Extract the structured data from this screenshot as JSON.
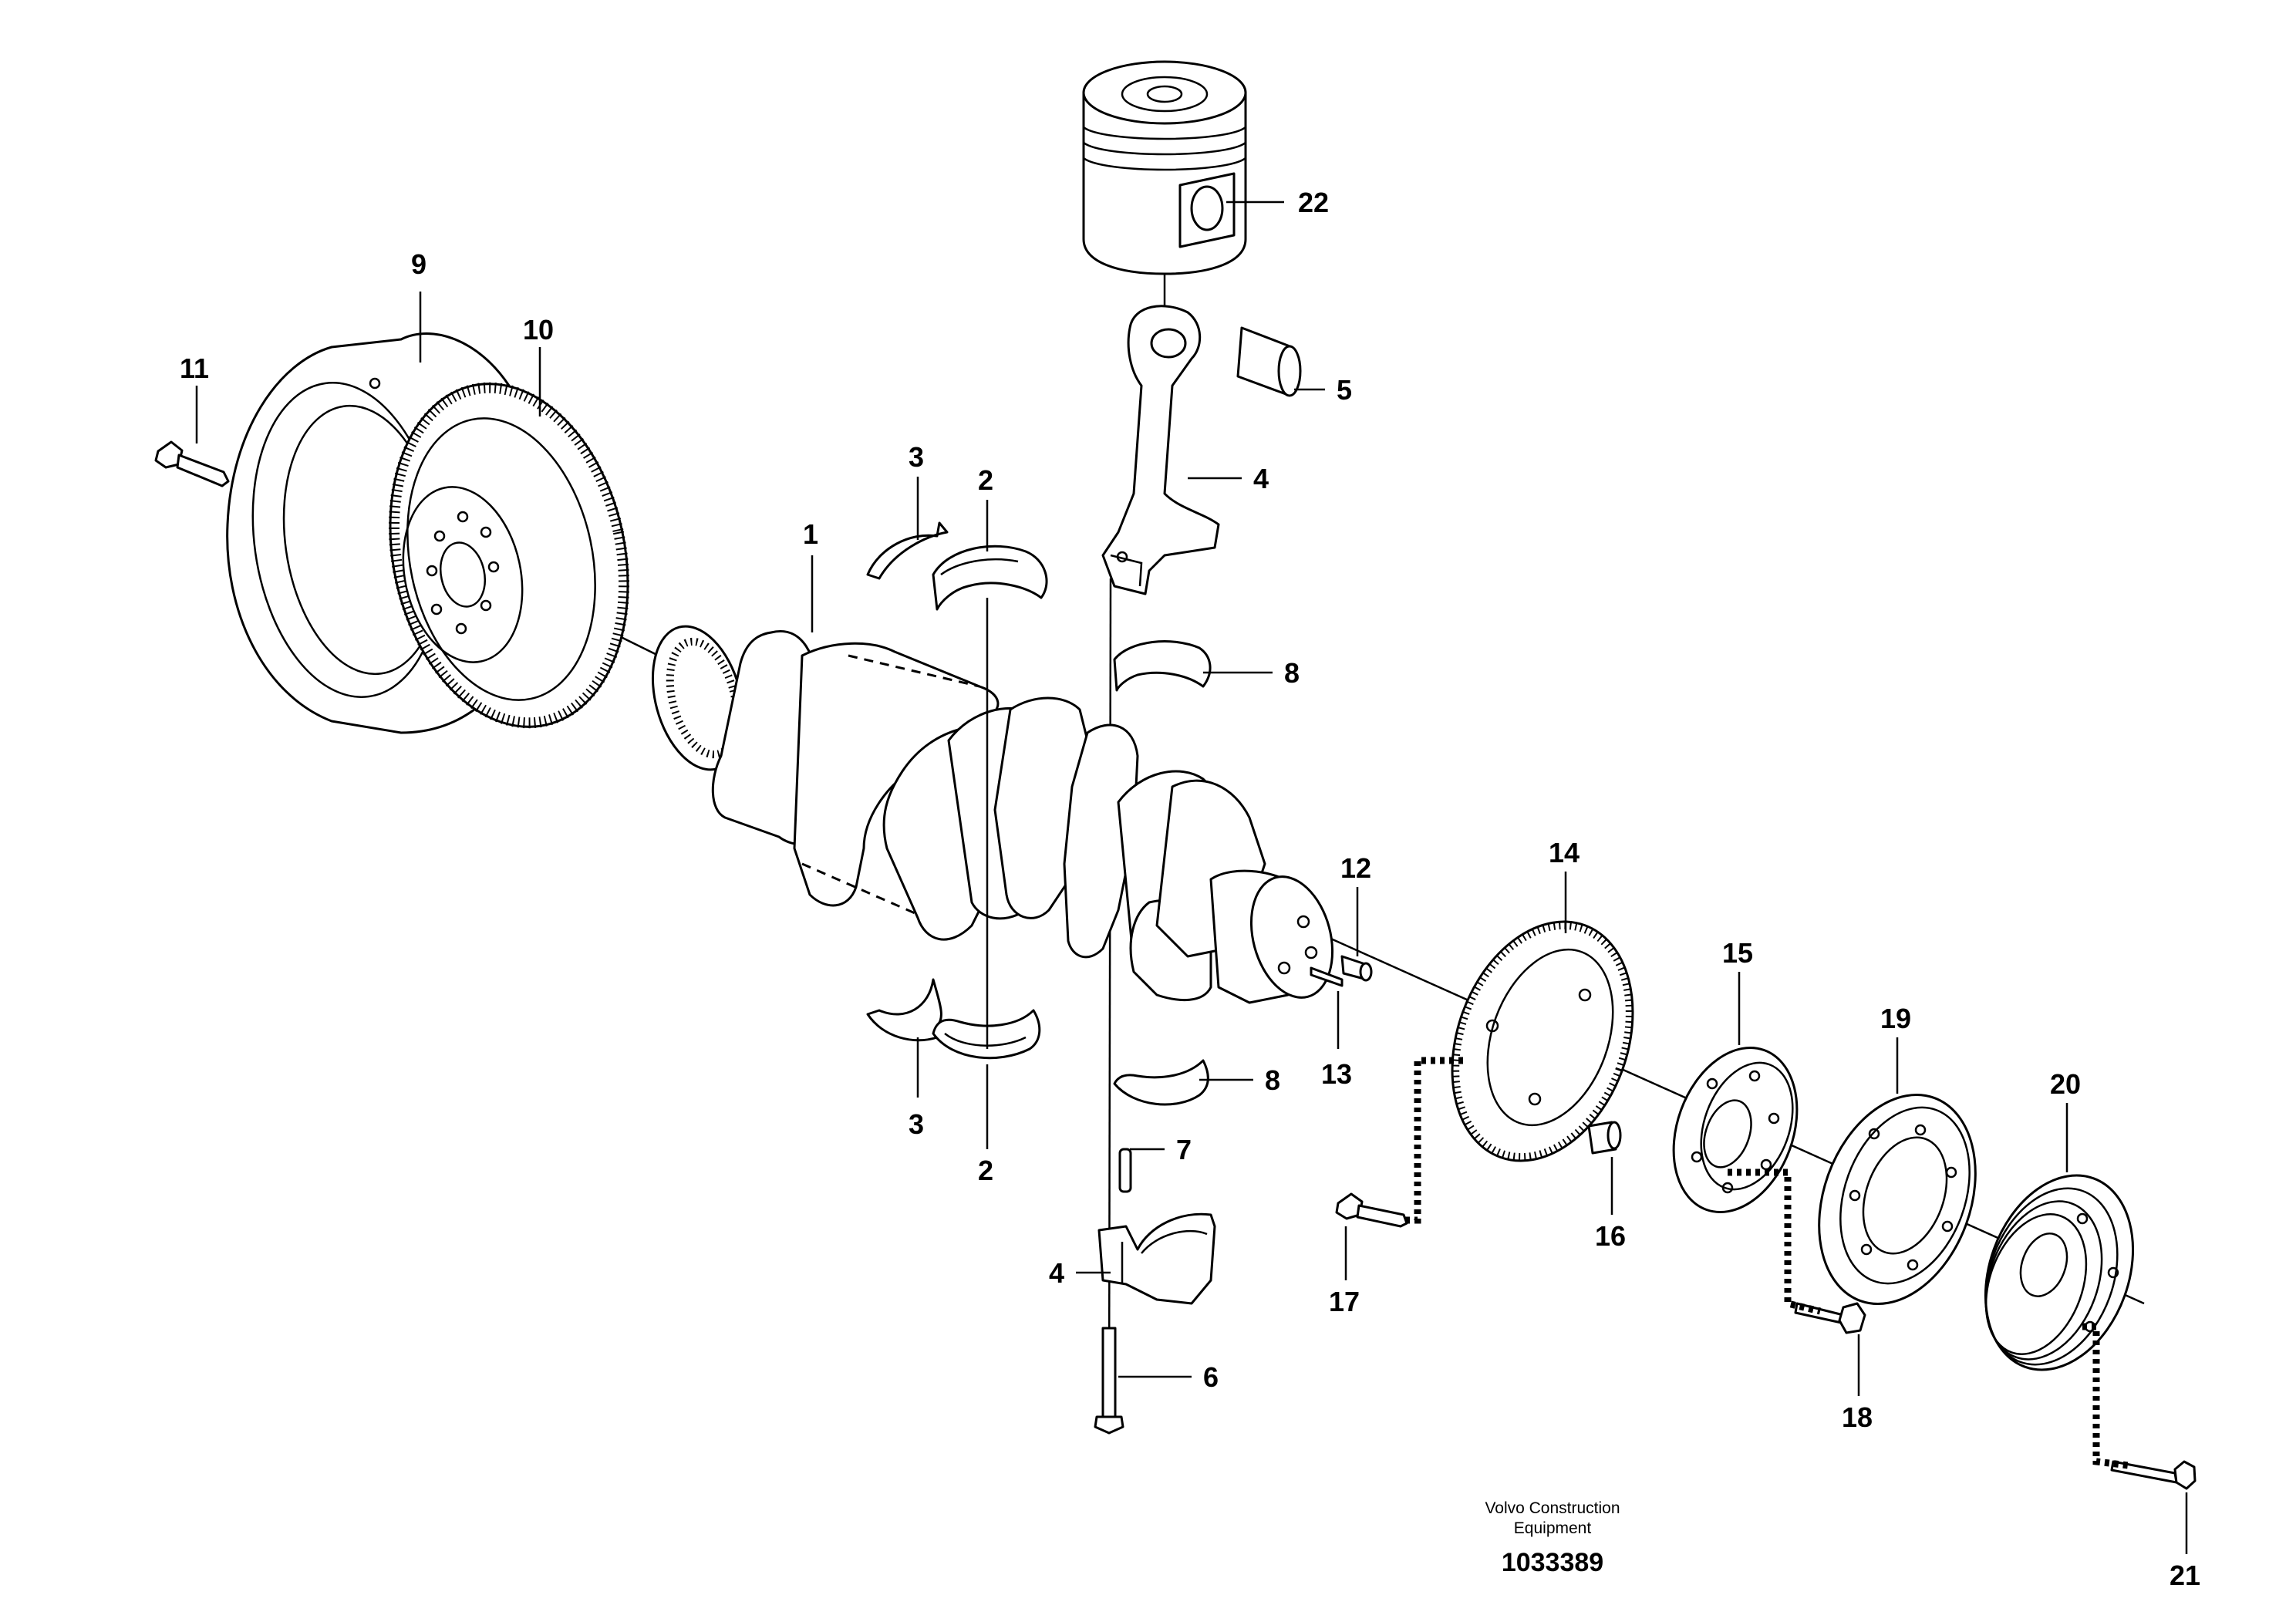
{
  "diagram": {
    "callouts": [
      "1",
      "2",
      "2",
      "3",
      "3",
      "4",
      "4",
      "5",
      "6",
      "7",
      "8",
      "8",
      "9",
      "10",
      "11",
      "12",
      "13",
      "14",
      "15",
      "16",
      "17",
      "18",
      "19",
      "20",
      "21",
      "22"
    ],
    "footer": {
      "company_line1": "Volvo Construction",
      "company_line2": "Equipment",
      "drawing_number": "1033389"
    }
  }
}
